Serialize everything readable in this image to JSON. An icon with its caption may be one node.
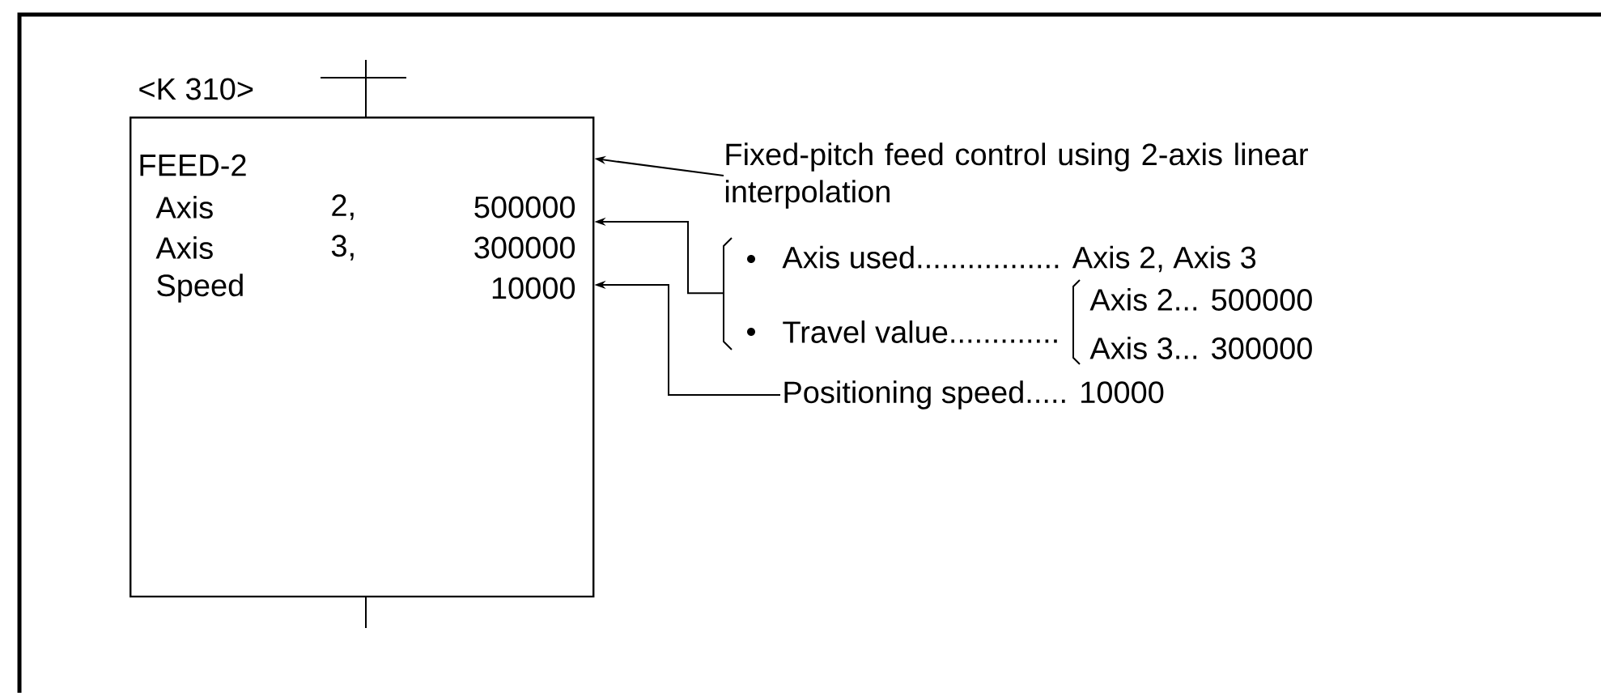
{
  "diagram": {
    "nodes": [
      {
        "text": [
          "FEED-2",
          "Axis",
          "2,",
          "500000",
          "Axis",
          "3,",
          "300000",
          "Speed",
          "10000"
        ],
        "beside": [
          "<K 310>"
        ]
      },
      {
        "text": [
          "Fixed-pitch feed control using 2-axis linear interpolation"
        ]
      },
      {
        "text": [
          "Axis used................. Axis 2, Axis 3",
          "Travel value.............",
          "Axis 2... 500000",
          "Axis 3... 300000"
        ]
      },
      {
        "text": [
          "Positioning speed..... 10000"
        ]
      }
    ],
    "edges": [
      {
        "from": 1,
        "to": 0,
        "arrow": "to"
      },
      {
        "from": 2,
        "to": 0,
        "arrow": "to"
      },
      {
        "from": 3,
        "to": 0,
        "arrow": "to"
      }
    ]
  }
}
